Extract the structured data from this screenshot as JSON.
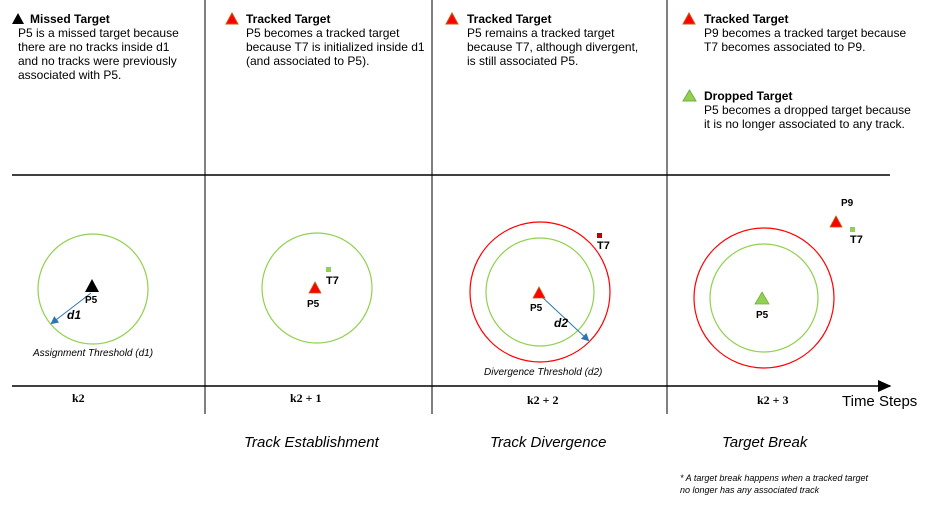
{
  "panels": [
    {
      "title": "Missed Target",
      "lines": [
        "P5 is a missed target because",
        "there are no tracks inside d1",
        "and no tracks were previously",
        "associated with P5."
      ],
      "icon_color": "#000000"
    },
    {
      "title": "Tracked Target",
      "lines": [
        "P5 becomes a tracked target",
        "because T7 is initialized inside d1",
        "(and associated to P5)."
      ],
      "icon_color": "#ff0000"
    },
    {
      "title": "Tracked Target",
      "lines": [
        "P5 remains a tracked target",
        "because T7, although divergent,",
        "is still associated P5."
      ],
      "icon_color": "#ff0000"
    },
    {
      "title": "Tracked Target",
      "lines": [
        "P9 becomes a tracked target because",
        "T7 becomes associated to P9."
      ],
      "icon_color": "#ff0000"
    },
    {
      "title": "Dropped Target",
      "lines": [
        "P5 becomes a dropped target because",
        "it is no longer associated to any track."
      ],
      "icon_color": "#92d050"
    }
  ],
  "labels": {
    "p5": "P5",
    "t7": "T7",
    "p9": "P9",
    "d1": "d1",
    "d2": "d2",
    "assignment_threshold": "Assignment Threshold (d1)",
    "divergence_threshold": "Divergence Threshold (d2)"
  },
  "time_steps": {
    "axis_label": "Time Steps",
    "ticks": [
      "k2",
      "k2 + 1",
      "k2 + 2",
      "k2 + 3"
    ]
  },
  "phases": [
    "Track Establishment",
    "Track Divergence",
    "Target Break"
  ],
  "footnote": [
    "* A target break happens when a tracked target",
    "no longer has any associated track"
  ],
  "colors": {
    "inner_circle": "#92d050",
    "outer_circle": "#ff0000",
    "arrow": "#2e75b6",
    "missed": "#000000",
    "tracked": "#ff0000",
    "dropped": "#92d050",
    "track_new": "#92d050",
    "track_divergent": "#c00000"
  }
}
